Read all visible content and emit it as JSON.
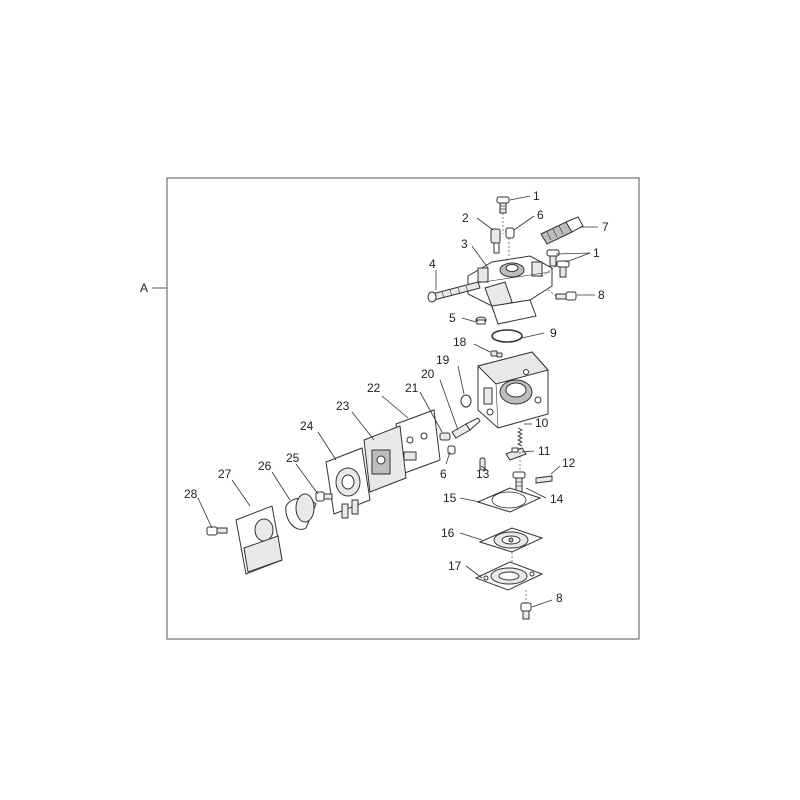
{
  "section_label": "A",
  "callouts": {
    "c1a": "1",
    "c1b": "1",
    "c2": "2",
    "c3": "3",
    "c4": "4",
    "c5": "5",
    "c6a": "6",
    "c6b": "6",
    "c7": "7",
    "c8a": "8",
    "c8b": "8",
    "c9": "9",
    "c10": "10",
    "c11": "11",
    "c12": "12",
    "c13": "13",
    "c14": "14",
    "c15": "15",
    "c16": "16",
    "c17": "17",
    "c18": "18",
    "c19": "19",
    "c20": "20",
    "c21": "21",
    "c22": "22",
    "c23": "23",
    "c24": "24",
    "c25": "25",
    "c26": "26",
    "c27": "27",
    "c28": "28"
  }
}
